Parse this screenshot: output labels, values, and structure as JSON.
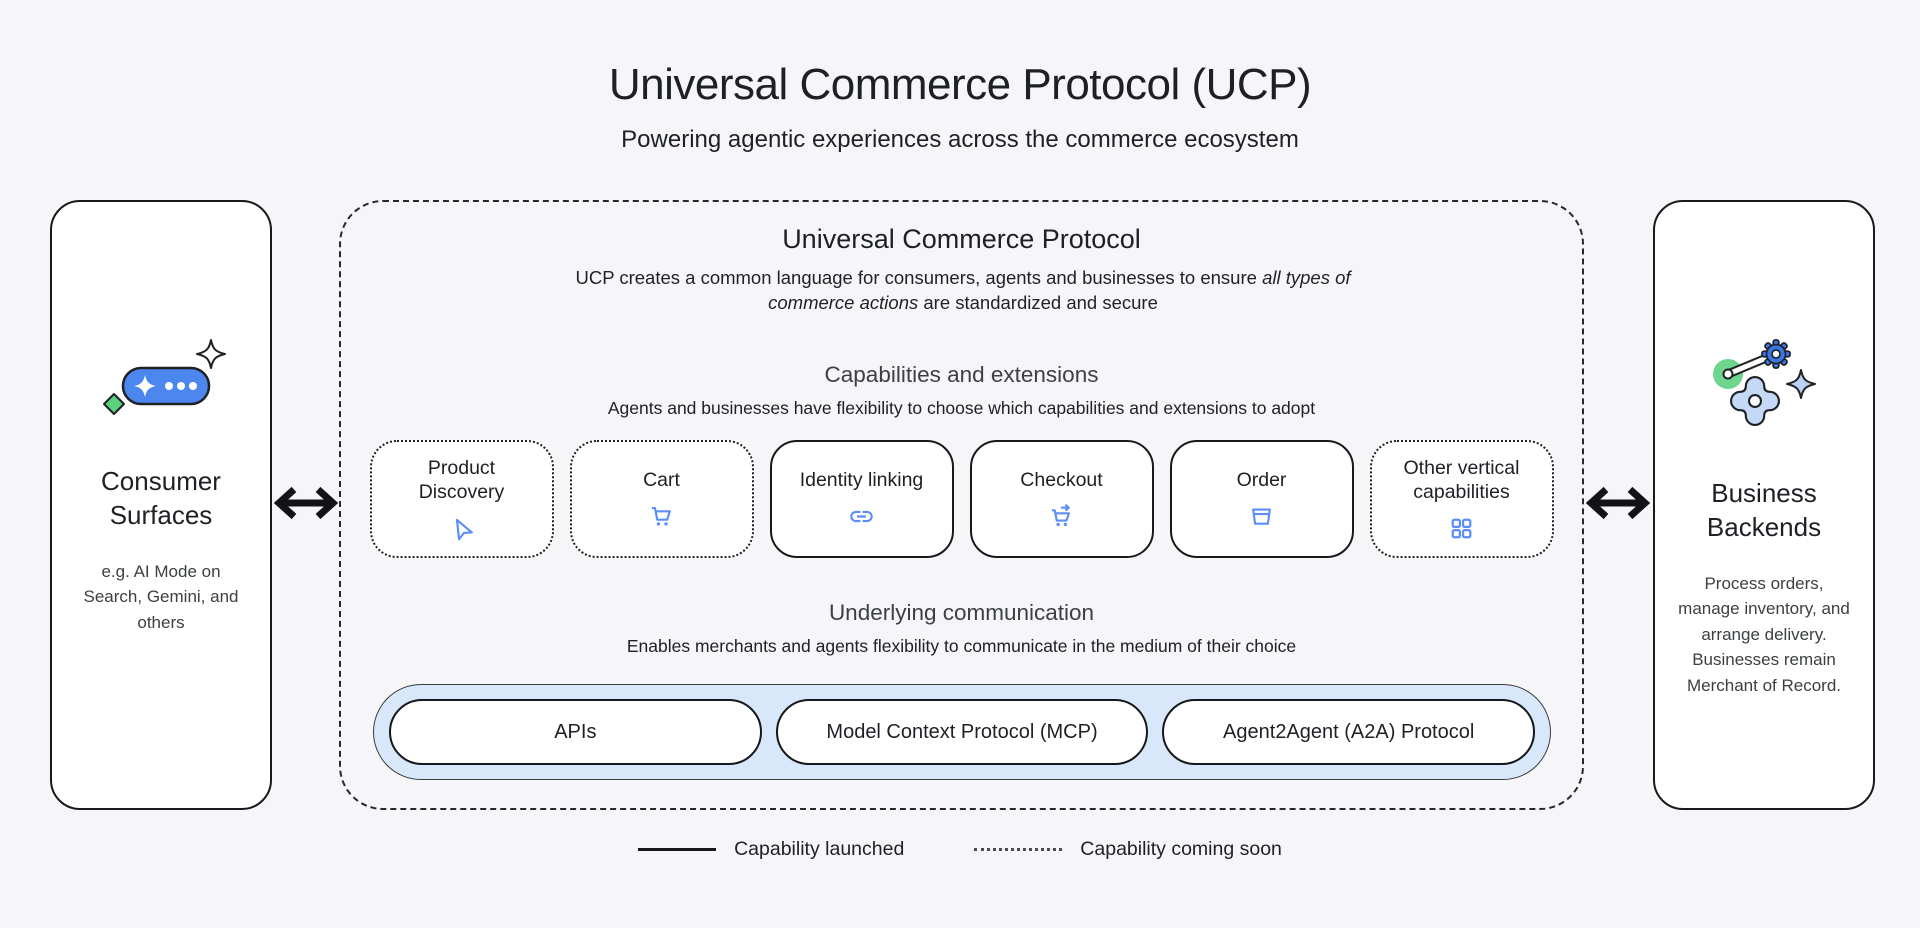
{
  "page": {
    "title": "Universal Commerce Protocol (UCP)",
    "subtitle": "Powering agentic experiences across the commerce ecosystem"
  },
  "consumer_surfaces": {
    "title": "Consumer Surfaces",
    "description": "e.g. AI Mode on Search, Gemini, and others",
    "icon": "chat-pill-sparkle-icon"
  },
  "ucp_container": {
    "title": "Universal Commerce Protocol",
    "description_prefix": "UCP creates a common language for consumers, agents and businesses to ensure ",
    "description_italic": "all types of commerce actions",
    "description_suffix": " are standardized and secure"
  },
  "capabilities": {
    "heading": "Capabilities and extensions",
    "subheading": "Agents and businesses have flexibility to choose which capabilities and extensions to adopt",
    "items": [
      {
        "label": "Product Discovery",
        "icon": "navigation-icon",
        "status": "coming-soon"
      },
      {
        "label": "Cart",
        "icon": "shopping-cart-icon",
        "status": "coming-soon"
      },
      {
        "label": "Identity linking",
        "icon": "link-icon",
        "status": "launched"
      },
      {
        "label": "Checkout",
        "icon": "cart-checkout-icon",
        "status": "launched"
      },
      {
        "label": "Order",
        "icon": "order-box-icon",
        "status": "launched"
      },
      {
        "label": "Other vertical capabilities",
        "icon": "grid-icon",
        "status": "coming-soon"
      }
    ]
  },
  "communication": {
    "heading": "Underlying communication",
    "subheading": "Enables merchants and agents flexibility to communicate in the medium of their choice",
    "pills": [
      {
        "label": "APIs"
      },
      {
        "label": "Model Context Protocol (MCP)"
      },
      {
        "label": "Agent2Agent (A2A) Protocol"
      }
    ]
  },
  "business_backends": {
    "title": "Business Backends",
    "description": "Process orders, manage inventory, and arrange delivery. Businesses remain Merchant of Record.",
    "icon": "gears-sparkle-icon"
  },
  "legend": {
    "launched_label": "Capability launched",
    "coming_soon_label": "Capability coming soon"
  },
  "colors": {
    "background": "#f6f6f8",
    "ink": "#202124",
    "muted_ink": "#3c4043",
    "accent_blue": "#4c87f0",
    "icon_blue": "#5b8ef7",
    "light_blue_bar": "#d8e7fa",
    "green": "#5bd07d"
  }
}
